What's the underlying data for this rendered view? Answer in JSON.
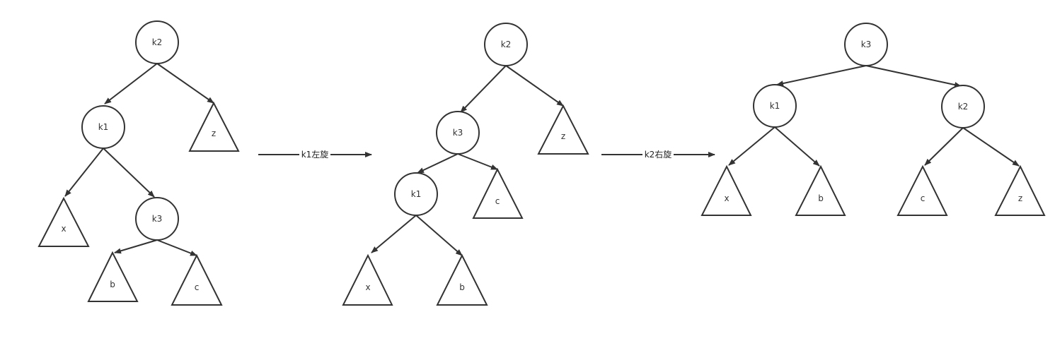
{
  "colors": {
    "stroke": "#333333",
    "fill": "#ffffff",
    "background": "#ffffff"
  },
  "diagrams": [
    {
      "id": "before",
      "nodes": {
        "k2": "k2",
        "k1": "k1",
        "k3": "k3"
      },
      "subtrees": {
        "x": "x",
        "z": "z",
        "b": "b",
        "c": "c"
      }
    },
    {
      "id": "after-left-rotation",
      "nodes": {
        "k2": "k2",
        "k3": "k3",
        "k1": "k1"
      },
      "subtrees": {
        "z": "z",
        "c": "c",
        "x": "x",
        "b": "b"
      }
    },
    {
      "id": "after-right-rotation",
      "nodes": {
        "k3": "k3",
        "k1": "k1",
        "k2": "k2"
      },
      "subtrees": {
        "x": "x",
        "b": "b",
        "c": "c",
        "z": "z"
      }
    }
  ],
  "steps": [
    {
      "label": "k1左旋"
    },
    {
      "label": "k2右旋"
    }
  ]
}
